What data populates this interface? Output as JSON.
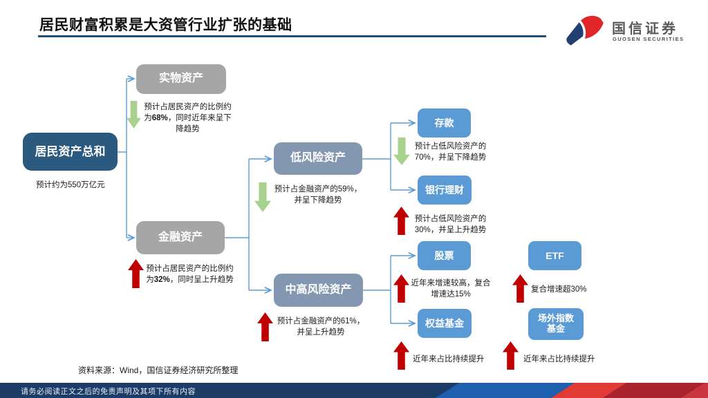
{
  "header": {
    "title": "居民财富积累是大资管行业扩张的基础",
    "logo": {
      "cn": "国信证券",
      "en": "GUOSEN SECURITIES"
    }
  },
  "colors": {
    "title_underline": "#1F4E79",
    "root_box": "#2B5A80",
    "gray_box": "#A6A6A6",
    "bluegray_box": "#8497B0",
    "blue_box": "#5B9BD5",
    "connector": "#5B9BD5",
    "up_arrow": "#C00000",
    "down_arrow": "#A9D18E",
    "footer_navy": "#1C3C68",
    "footer_blue": "#1E5FB0",
    "footer_red_bright": "#E23A34",
    "footer_red_dark": "#A8232E",
    "logo_blue": "#1F4071",
    "logo_red": "#E0252B"
  },
  "nodes": {
    "root": {
      "label": "居民资产总和",
      "note": "预计约为550万亿元"
    },
    "physical": {
      "label": "实物资产"
    },
    "financial": {
      "label": "金融资产"
    },
    "low_risk": {
      "label": "低风险资产"
    },
    "mid_high_risk": {
      "label": "中高风险资产"
    },
    "deposit": {
      "label": "存款"
    },
    "bank_wealth": {
      "label": "银行理财"
    },
    "stock": {
      "label": "股票"
    },
    "equity_fund": {
      "label": "权益基金"
    },
    "etf": {
      "label": "ETF"
    },
    "otc_index_fund": {
      "label": "场外指数\n基金"
    }
  },
  "annotations": {
    "physical": {
      "trend": "down",
      "lines": [
        [
          {
            "t": "预计占居民资产的比例约"
          }
        ],
        [
          {
            "t": "为"
          },
          {
            "t": "68%",
            "b": true
          },
          {
            "t": "，同时近年来呈下"
          }
        ],
        [
          {
            "t": "降趋势"
          }
        ]
      ]
    },
    "financial": {
      "trend": "up",
      "lines": [
        [
          {
            "t": "预计占居民资产的比例约"
          }
        ],
        [
          {
            "t": "为"
          },
          {
            "t": "32%",
            "b": true
          },
          {
            "t": "，同时呈上升趋势"
          }
        ]
      ]
    },
    "low_risk": {
      "trend": "down",
      "lines": [
        [
          {
            "t": "预计占金融资产的59%，"
          }
        ],
        [
          {
            "t": "并呈下降趋势"
          }
        ]
      ]
    },
    "mid_high_risk": {
      "trend": "up",
      "lines": [
        [
          {
            "t": "预计占金融资产的61%，"
          }
        ],
        [
          {
            "t": "并呈上升趋势"
          }
        ]
      ]
    },
    "deposit": {
      "trend": "down",
      "lines": [
        [
          {
            "t": "预计占低风险资产的"
          }
        ],
        [
          {
            "t": "70%，并呈下降趋势"
          }
        ]
      ]
    },
    "bank_wealth": {
      "trend": "up",
      "lines": [
        [
          {
            "t": "预计占低风险资产的"
          }
        ],
        [
          {
            "t": "30%，并呈上升趋势"
          }
        ]
      ]
    },
    "stock": {
      "trend": "up",
      "lines": [
        [
          {
            "t": "近年来增速较高，复合"
          }
        ],
        [
          {
            "t": "增速达15%"
          }
        ]
      ]
    },
    "equity_fund": {
      "trend": "up",
      "lines": [
        [
          {
            "t": "近年来占比持续提升"
          }
        ]
      ]
    },
    "etf": {
      "trend": "up",
      "lines": [
        [
          {
            "t": "复合增速超30%"
          }
        ]
      ]
    },
    "otc_index_fund": {
      "trend": "up",
      "lines": [
        [
          {
            "t": "近年来占比持续提升"
          }
        ]
      ]
    }
  },
  "footer": {
    "source": "资料来源：Wind，国信证券经济研究所整理",
    "disclaimer": "请务必阅读正文之后的免责声明及其项下所有内容"
  }
}
